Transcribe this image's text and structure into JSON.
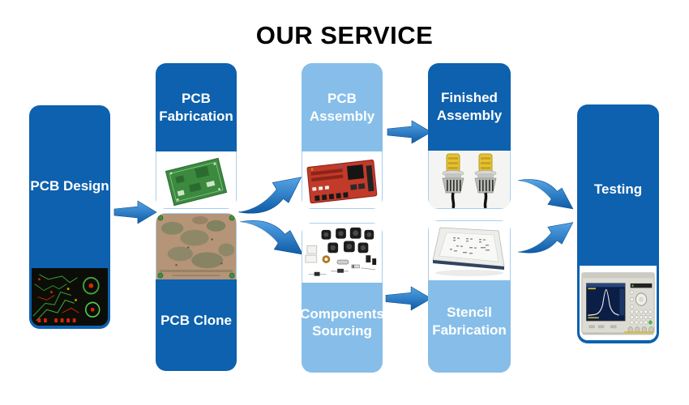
{
  "title": "OUR SERVICE",
  "nodes": {
    "pcb_design": "PCB Design",
    "pcb_fabrication": "PCB Fabrication",
    "pcb_clone": "PCB Clone",
    "pcb_assembly": "PCB Assembly",
    "components_sourcing": "Components Sourcing",
    "finished_assembly": "Finished Assembly",
    "stencil_fabrication": "Stencil Fabrication",
    "testing": "Testing"
  },
  "images": {
    "pcb_design": "pcb-layout-artwork",
    "pcb_fabrication": "bare-green-pcb-photo",
    "pcb_clone": "copper-pcb-board-photo",
    "pcb_assembly": "assembled-red-pcb-photo",
    "components_sourcing": "electronic-components-photo",
    "finished_assembly": "led-bulb-assemblies-photo",
    "stencil_fabrication": "smt-stencil-photo",
    "testing": "network-analyzer-photo"
  },
  "connections": [
    {
      "from": "PCB Design",
      "to": "PCB Fabrication",
      "style": "straight"
    },
    {
      "from": "PCB Fabrication",
      "to": "PCB Assembly",
      "style": "curved-up"
    },
    {
      "from": "PCB Clone",
      "to": "Components Sourcing",
      "style": "curved-down"
    },
    {
      "from": "PCB Assembly",
      "to": "Finished Assembly",
      "style": "straight"
    },
    {
      "from": "Components Sourcing",
      "to": "Stencil Fabrication",
      "style": "straight"
    },
    {
      "from": "Finished Assembly",
      "to": "Testing",
      "style": "curved-down"
    },
    {
      "from": "Stencil Fabrication",
      "to": "Testing",
      "style": "curved-up"
    }
  ],
  "colors": {
    "dark_blue": "#0d61ae",
    "light_blue": "#86bee9",
    "title_text": "#000000",
    "arrow_light": "#55a4e4",
    "arrow_dark": "#0e5ba8"
  }
}
